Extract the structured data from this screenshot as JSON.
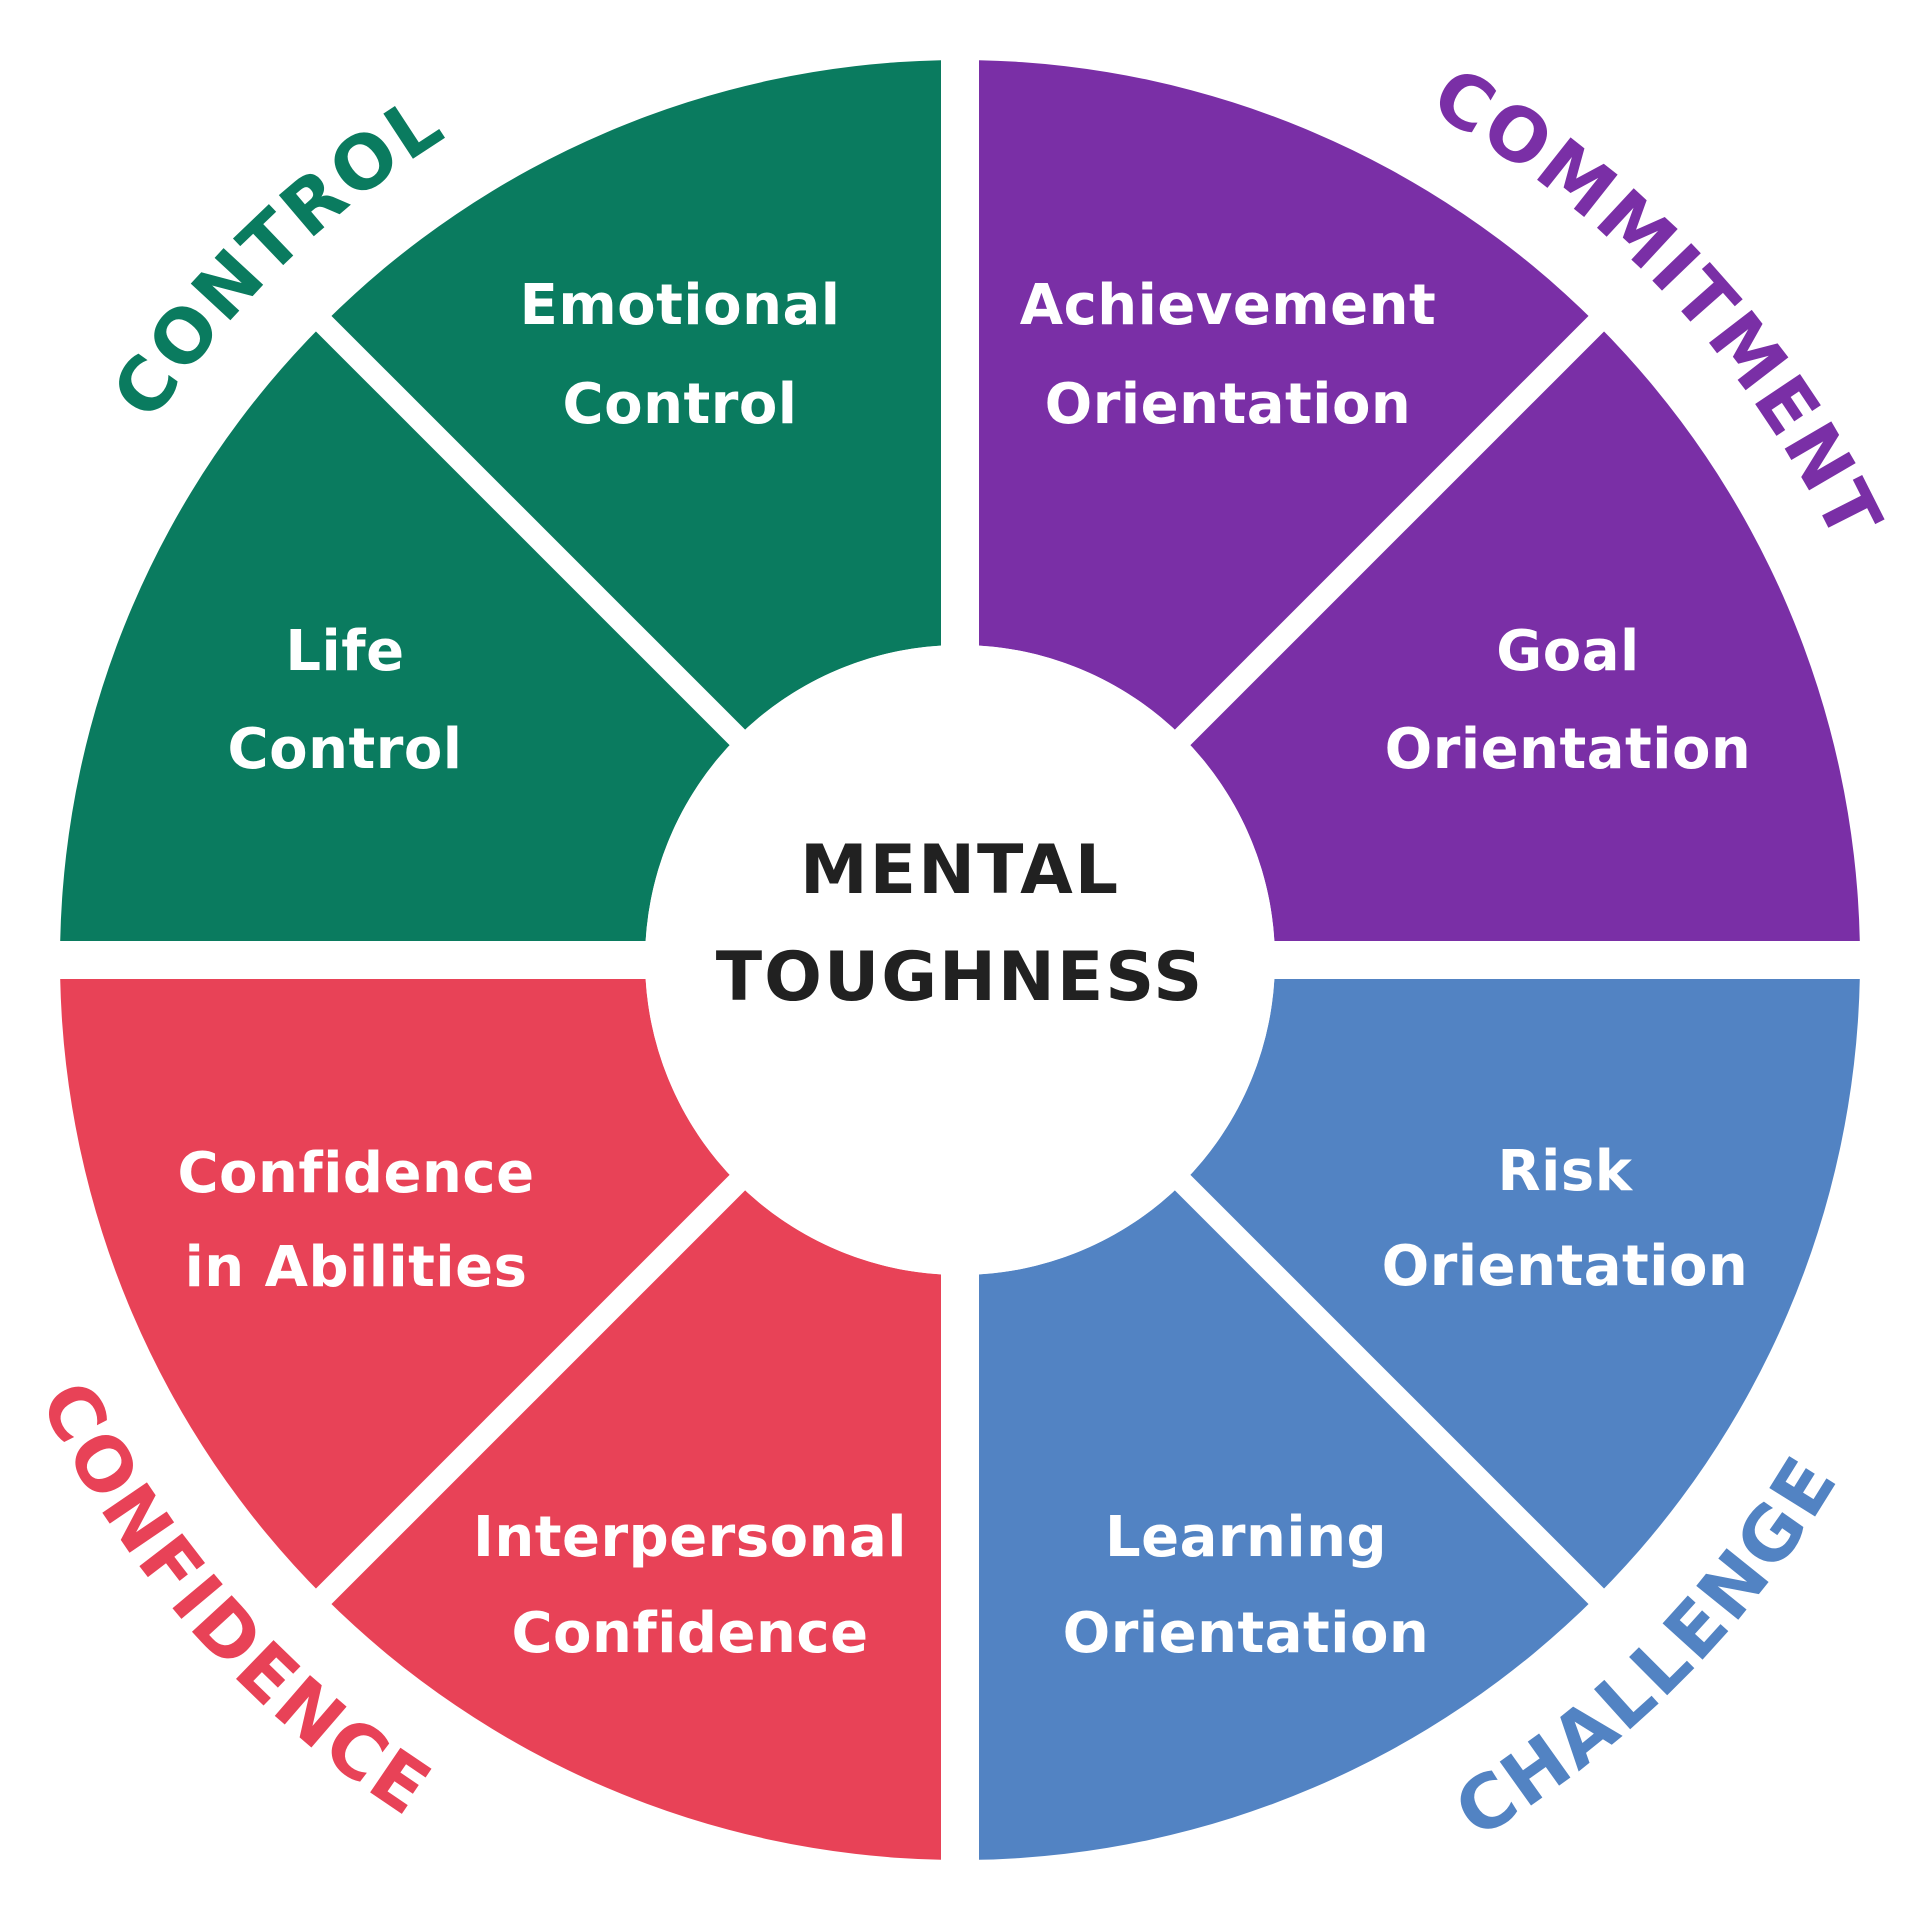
{
  "colors": {
    "background": "#ffffff",
    "center_text": "#212121",
    "sector_text": "#ffffff"
  },
  "center": {
    "line1": "MENTAL",
    "line2": "TOUGHNESS"
  },
  "quadrants": [
    {
      "label": "CONTROL",
      "color": "#0a7b5f",
      "sectors": [
        {
          "line1": "Emotional",
          "line2": "Control"
        },
        {
          "line1": "Life",
          "line2": "Control"
        }
      ]
    },
    {
      "label": "COMMITMENT",
      "color": "#7a2fa6",
      "sectors": [
        {
          "line1": "Achievement",
          "line2": "Orientation"
        },
        {
          "line1": "Goal",
          "line2": "Orientation"
        }
      ]
    },
    {
      "label": "CONFIDENCE",
      "color": "#e84257",
      "sectors": [
        {
          "line1": "Confidence",
          "line2": "in Abilities"
        },
        {
          "line1": "Interpersonal",
          "line2": "Confidence"
        }
      ]
    },
    {
      "label": "CHALLENGE",
      "color": "#5283c3",
      "sectors": [
        {
          "line1": "Risk",
          "line2": "Orientation"
        },
        {
          "line1": "Learning",
          "line2": "Orientation"
        }
      ]
    }
  ]
}
